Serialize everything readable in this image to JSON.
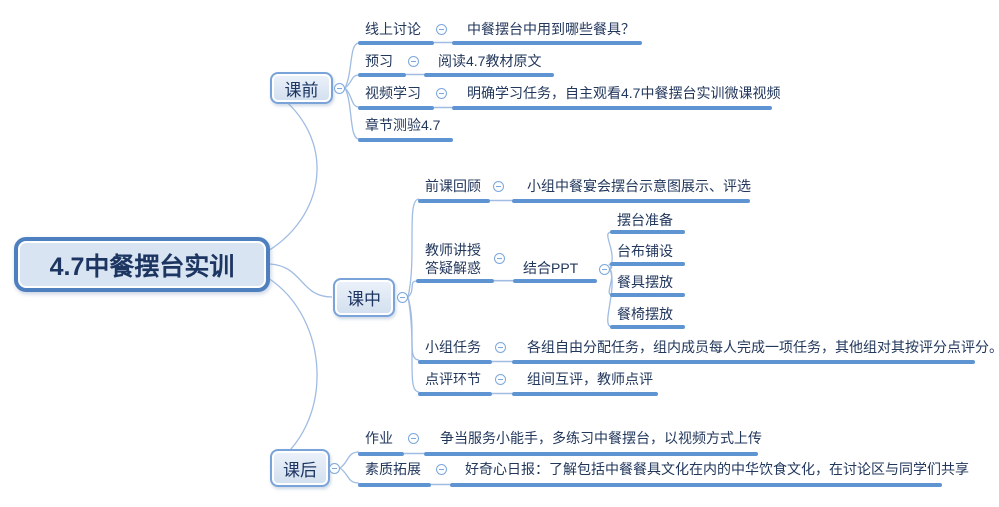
{
  "root": {
    "label": "4.7中餐摆台实训"
  },
  "branches": [
    {
      "label": "课前",
      "rows": [
        {
          "topic": "线上讨论",
          "note": "中餐摆台中用到哪些餐具？"
        },
        {
          "topic": "预习",
          "note": "阅读4.7教材原文"
        },
        {
          "topic": "视频学习",
          "note": "明确学习任务，自主观看4.7中餐摆台实训微课视频"
        },
        {
          "topic": "章节测验4.7",
          "note": ""
        }
      ]
    },
    {
      "label": "课中",
      "rows": [
        {
          "topic": "前课回顾",
          "note": "小组中餐宴会摆台示意图展示、评选"
        },
        {
          "topic_line1": "教师讲授",
          "topic_line2": "答疑解惑",
          "sub": "结合PPT",
          "children": [
            "摆台准备",
            "台布铺设",
            "餐具摆放",
            "餐椅摆放"
          ]
        },
        {
          "topic": "小组任务",
          "note": "各组自由分配任务，组内成员每人完成一项任务，其他组对其按评分点评分。"
        },
        {
          "topic": "点评环节",
          "note": "组间互评，教师点评"
        }
      ]
    },
    {
      "label": "课后",
      "rows": [
        {
          "topic": "作业",
          "note": "争当服务小能手，多练习中餐摆台，以视频方式上传"
        },
        {
          "topic": "素质拓展",
          "note": "好奇心日报：了解包括中餐餐具文化在内的中华饮食文化，在讨论区与同学们共享"
        }
      ]
    }
  ],
  "colors": {
    "underline": "#5f94d2",
    "connector": "#a0bce2",
    "box_border": "#79a3d9",
    "box_fill": "#d9e4f2",
    "text": "#22375c"
  }
}
